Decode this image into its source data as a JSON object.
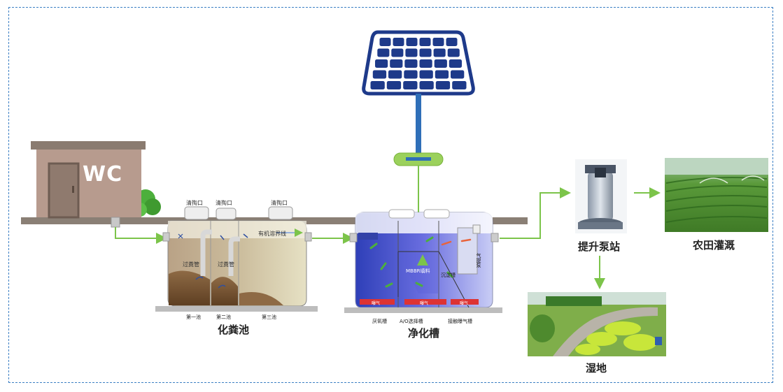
{
  "wc": {
    "sign": "WC"
  },
  "septic": {
    "title": "化粪池",
    "ports": [
      "清掏口",
      "清掏口",
      "清掏口"
    ],
    "chambers": [
      "第一池",
      "第二池",
      "第三池"
    ],
    "pipes": [
      "过粪管",
      "过粪管"
    ],
    "level_label": "有机溶界线"
  },
  "purifier": {
    "title": "净化槽",
    "zones": [
      "厌氧槽",
      "A/O选择槽",
      "接触曝气槽"
    ],
    "inner_labels": {
      "media": "MBBR填料",
      "settle": "沉淀槽",
      "airlift": "气提泵"
    },
    "aerators": [
      "曝气",
      "曝气",
      "曝气"
    ]
  },
  "pump": {
    "title": "提升泵站"
  },
  "farm": {
    "title": "农田灌溉"
  },
  "wetland": {
    "title": "湿地"
  },
  "colors": {
    "flow_arrow": "#7cc44a",
    "ground": "#8a7f75",
    "panel_blue": "#1e3a8a",
    "pole_blue": "#2f6fb8",
    "frame": "#3b7fc4"
  }
}
